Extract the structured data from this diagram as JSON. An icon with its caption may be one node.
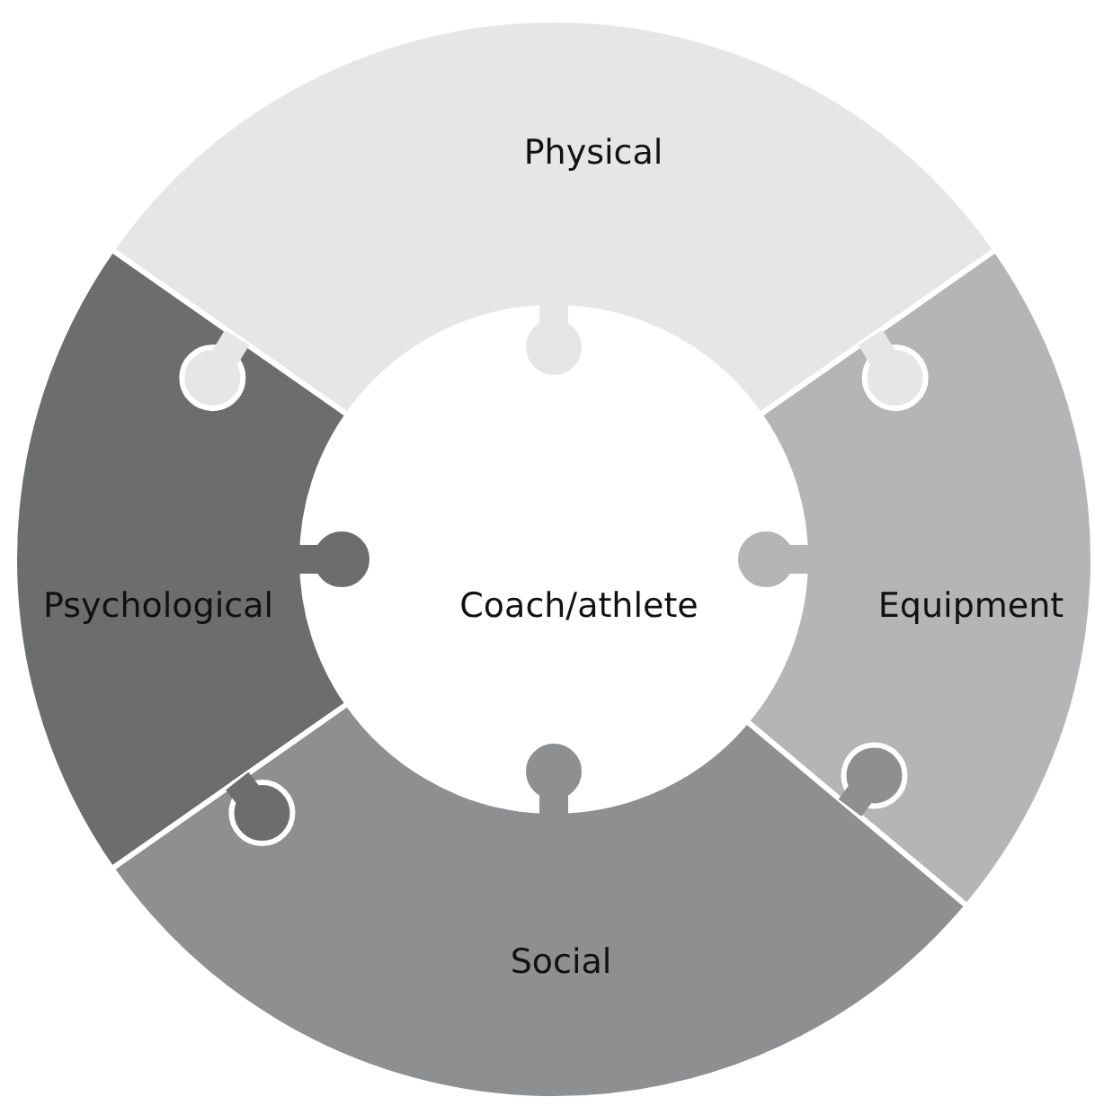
{
  "diagram": {
    "nodes": [
      {
        "text": [
          "Physical"
        ]
      },
      {
        "text": [
          "Psychological"
        ]
      },
      {
        "text": [
          "Coach/athlete"
        ]
      },
      {
        "text": [
          "Equipment"
        ]
      },
      {
        "text": [
          "Social"
        ]
      }
    ]
  }
}
